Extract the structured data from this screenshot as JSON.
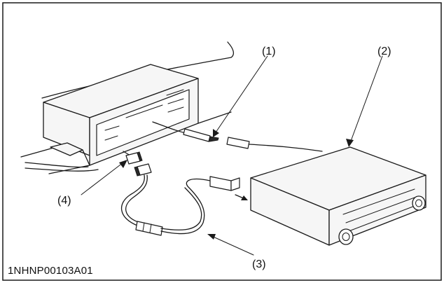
{
  "figure": {
    "code": "1NHNP00103A01",
    "callouts": {
      "c1": "(1)",
      "c2": "(2)",
      "c3": "(3)",
      "c4": "(4)"
    }
  }
}
